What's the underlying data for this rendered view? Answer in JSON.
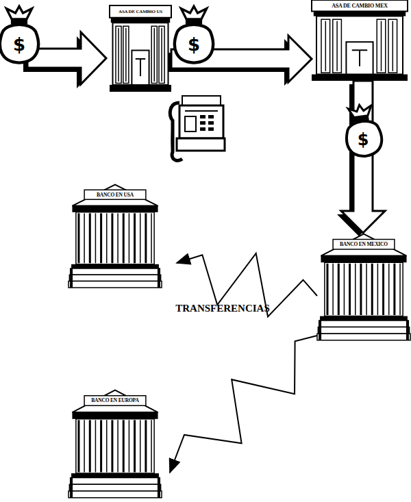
{
  "diagram": {
    "nodes": [
      {
        "text": [
          "ASA DE CAMBIO US"
        ]
      },
      {
        "text": [
          "ASA DE CAMBIO MEX"
        ]
      },
      {
        "text": [
          "BANCO EN USA"
        ]
      },
      {
        "text": [
          "BANCO EN MEXICO"
        ]
      },
      {
        "text": [
          "BANCO EN EUROPA"
        ]
      }
    ],
    "edges": [
      {
        "from": 0,
        "to": 1,
        "arrow": "to"
      },
      {
        "from": 1,
        "to": 3,
        "arrow": "to"
      },
      {
        "from": 3,
        "to": 2,
        "arrow": "to"
      },
      {
        "from": 3,
        "to": 4,
        "arrow": "to"
      }
    ],
    "labels": [
      "$",
      "$",
      "$",
      "TRANSFERENCIAS"
    ]
  }
}
